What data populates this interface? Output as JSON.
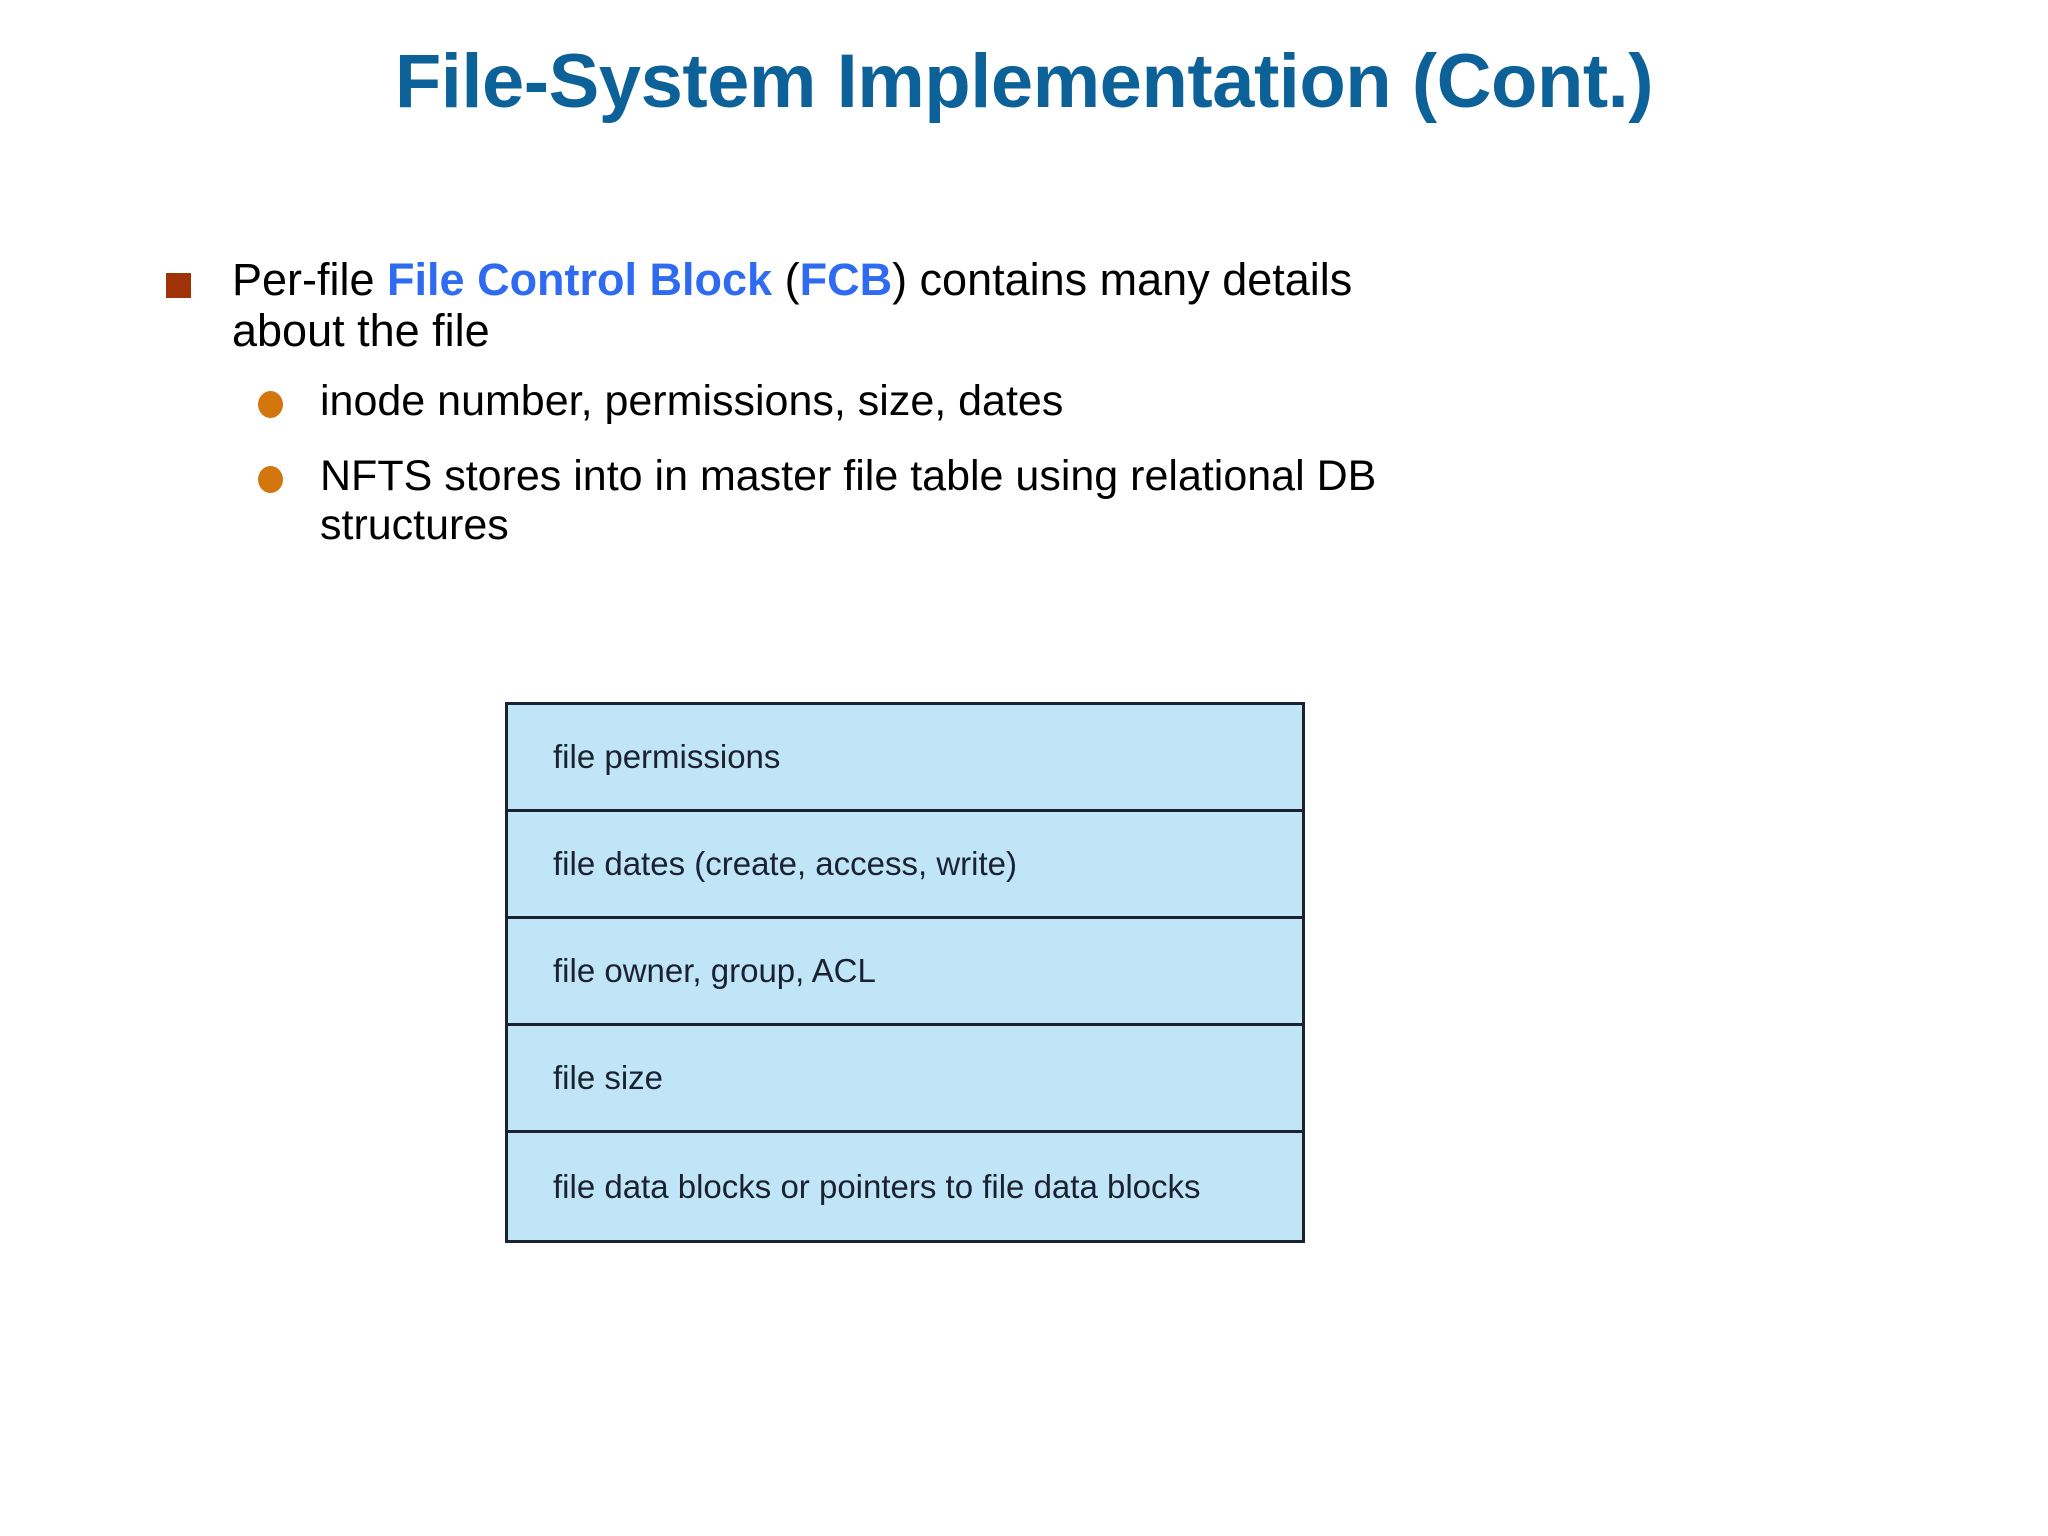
{
  "slide": {
    "title": "File-System Implementation (Cont.)",
    "title_color": "#0c6298",
    "background_color": "#ffffff"
  },
  "bullets": {
    "level1": [
      {
        "marker": "square-bullet",
        "marker_color": "#a03208",
        "segments": [
          {
            "text": "Per-file ",
            "style": "normal"
          },
          {
            "text": "File Control Block",
            "style": "bold-blue"
          },
          {
            "text": " (",
            "style": "normal"
          },
          {
            "text": "FCB",
            "style": "bold-blue"
          },
          {
            "text": ") contains many details about the file",
            "style": "normal"
          }
        ],
        "plain_text": "Per-file File Control Block (FCB) contains many details about the file"
      }
    ],
    "level2": [
      {
        "marker": "round-bullet",
        "marker_color": "#d2760d",
        "text": "inode number, permissions, size, dates"
      },
      {
        "marker": "round-bullet",
        "marker_color": "#d2760d",
        "text": "NFTS stores into in master file table  using relational DB structures"
      }
    ]
  },
  "fcb_diagram": {
    "name": "file-control-block",
    "fill_color": "#bfe5f7",
    "border_color": "#1b2130",
    "rows": [
      "file permissions",
      "file dates (create, access, write)",
      "file owner, group, ACL",
      "file size",
      "file data blocks or pointers to file data blocks"
    ]
  }
}
